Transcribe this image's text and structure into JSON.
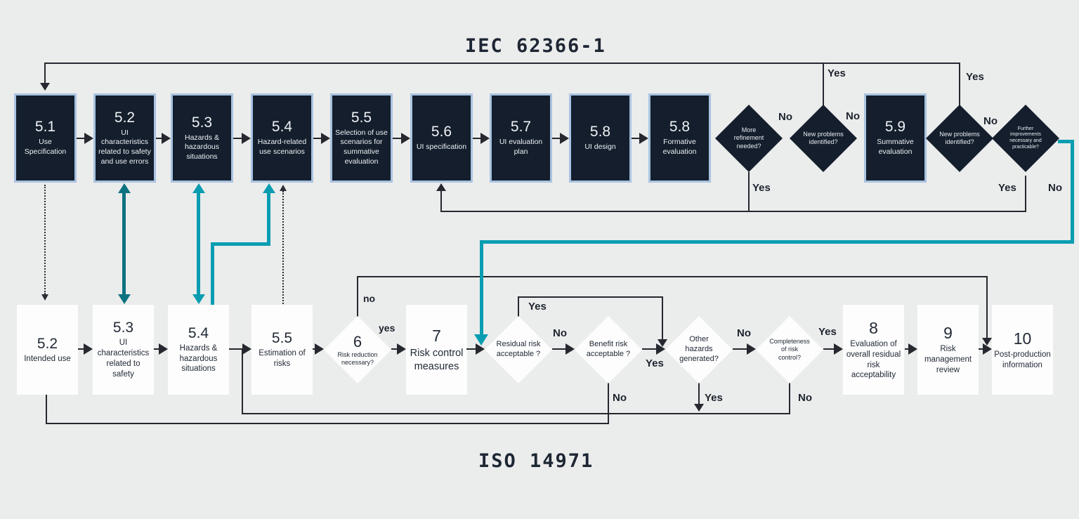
{
  "titles": {
    "top": "IEC 62366-1",
    "bottom": "ISO 14971"
  },
  "colors": {
    "background": "#ebecec",
    "dark_node_fill": "#141e2c",
    "dark_node_border": "#a9c3e1",
    "light_node_fill": "#fdfdfd",
    "line_black": "#25282e",
    "teal_dark": "#0e7380",
    "teal_bright": "#0a9db1"
  },
  "top_row": {
    "boxes": [
      {
        "num": "5.1",
        "label": "Use Specification"
      },
      {
        "num": "5.2",
        "label": "UI characteristics related to safety and use errors"
      },
      {
        "num": "5.3",
        "label": "Hazards & hazardous situations"
      },
      {
        "num": "5.4",
        "label": "Hazard-related use scenarios"
      },
      {
        "num": "5.5",
        "label": "Selection of use scenarios for summative evaluation"
      },
      {
        "num": "5.6",
        "label": "UI specification"
      },
      {
        "num": "5.7",
        "label": "UI evaluation plan"
      },
      {
        "num": "5.8",
        "label": "UI design"
      },
      {
        "num": "5.8",
        "label": "Formative evaluation"
      },
      {
        "num": "5.9",
        "label": "Summative evaluation"
      }
    ],
    "diamonds": [
      {
        "label": "More refinement needed?"
      },
      {
        "label": "New problems identified?"
      },
      {
        "label": "New problems identified?"
      },
      {
        "label": "Further improvements necessary and practicable?"
      }
    ]
  },
  "bottom_row": {
    "boxes": [
      {
        "num": "5.2",
        "label": "Intended use"
      },
      {
        "num": "5.3",
        "label": "UI characteristics related to safety"
      },
      {
        "num": "5.4",
        "label": "Hazards & hazardous situations"
      },
      {
        "num": "5.5",
        "label": "Estimation of risks"
      },
      {
        "num": "7",
        "label": "Risk control measures"
      },
      {
        "num": "8",
        "label": "Evaluation of overall residual risk acceptability"
      },
      {
        "num": "9",
        "label": "Risk management review"
      },
      {
        "num": "10",
        "label": "Post-production information"
      }
    ],
    "diamonds": [
      {
        "num": "6",
        "label": "Risk reduction necessary?"
      },
      {
        "label": "Residual risk acceptable ?"
      },
      {
        "label": "Benefit risk acceptable ?"
      },
      {
        "label": "Other hazards generated?"
      },
      {
        "label": "Completeness of risk control?"
      }
    ]
  },
  "edge_labels": {
    "top": {
      "yes_np1": "Yes",
      "yes_np2": "Yes",
      "no_refine": "No",
      "no_np1": "No",
      "no_np2": "No",
      "yes_refine": "Yes",
      "yes_further": "Yes",
      "no_further": "No"
    },
    "bottom": {
      "no_reduction": "no",
      "yes_reduction": "yes",
      "yes_residual": "Yes",
      "no_residual": "No",
      "yes_benefit": "Yes",
      "no_benefit": "No",
      "no_other": "No",
      "yes_other": "Yes",
      "yes_completeness": "Yes",
      "no_completeness": "No"
    }
  }
}
